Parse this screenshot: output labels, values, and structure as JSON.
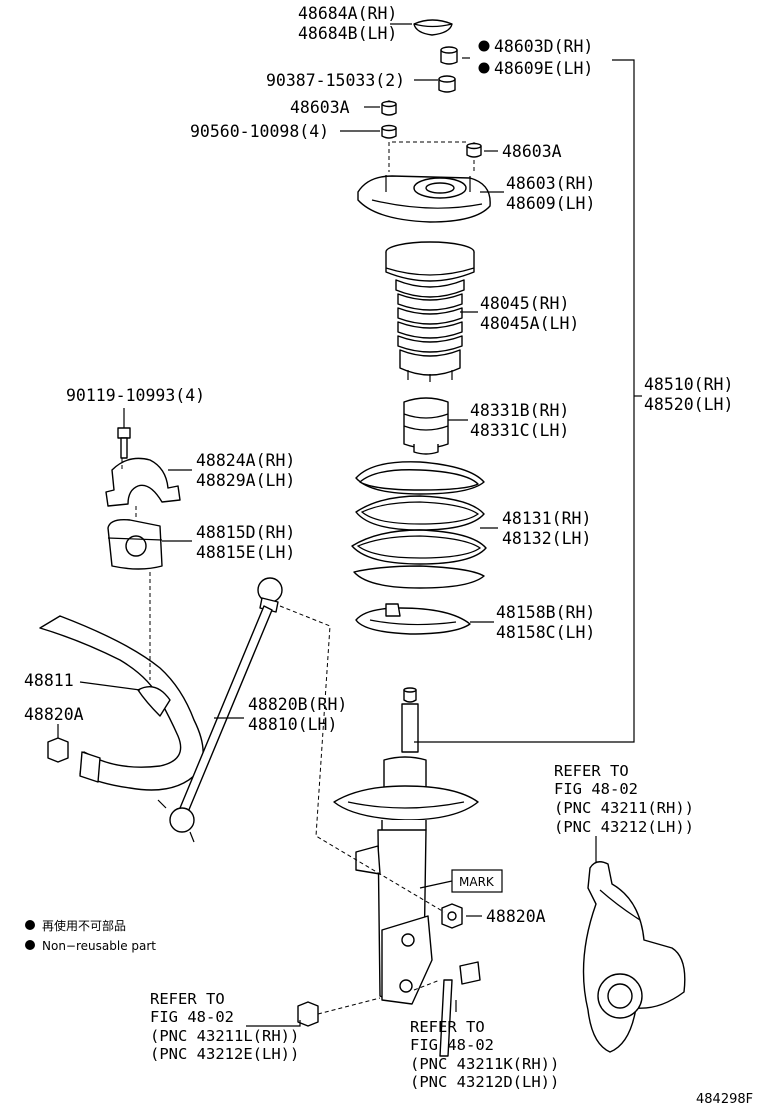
{
  "labels": {
    "p48684": [
      "48684A(RH)",
      "48684B(LH)"
    ],
    "p48603d": [
      "48603D(RH)",
      "48609E(LH)"
    ],
    "p90387": "90387-15033(2)",
    "p48603a_top": "48603A",
    "p90560": "90560-10098(4)",
    "p48603a_right": "48603A",
    "p48603": [
      "48603(RH)",
      "48609(LH)"
    ],
    "p48045": [
      "48045(RH)",
      "48045A(LH)"
    ],
    "p48510": [
      "48510(RH)",
      "48520(LH)"
    ],
    "p90119": "90119-10993(4)",
    "p48331": [
      "48331B(RH)",
      "48331C(LH)"
    ],
    "p48824": [
      "48824A(RH)",
      "48829A(LH)"
    ],
    "p48131": [
      "48131(RH)",
      "48132(LH)"
    ],
    "p48815": [
      "48815D(RH)",
      "48815E(LH)"
    ],
    "p48158": [
      "48158B(RH)",
      "48158C(LH)"
    ],
    "p48811": "48811",
    "p48820a_left": "48820A",
    "p48820b": [
      "48820B(RH)",
      "48810(LH)"
    ],
    "p48820a_right": "48820A",
    "mark": "MARK",
    "refer_knuckle": [
      "REFER TO",
      "FIG 48-02",
      "(PNC 43211(RH))",
      "(PNC 43212(LH))"
    ],
    "refer_nut": [
      "REFER TO",
      "FIG 48-02",
      "(PNC 43211L(RH))",
      "(PNC 43212E(LH))"
    ],
    "refer_bolt": [
      "REFER TO",
      "FIG 48-02",
      "(PNC 43211K(RH))",
      "(PNC 43212D(LH))"
    ]
  },
  "legend": {
    "line1": "再使用不可部品",
    "line2": "Non−reusable part"
  },
  "figure_id": "484298F"
}
